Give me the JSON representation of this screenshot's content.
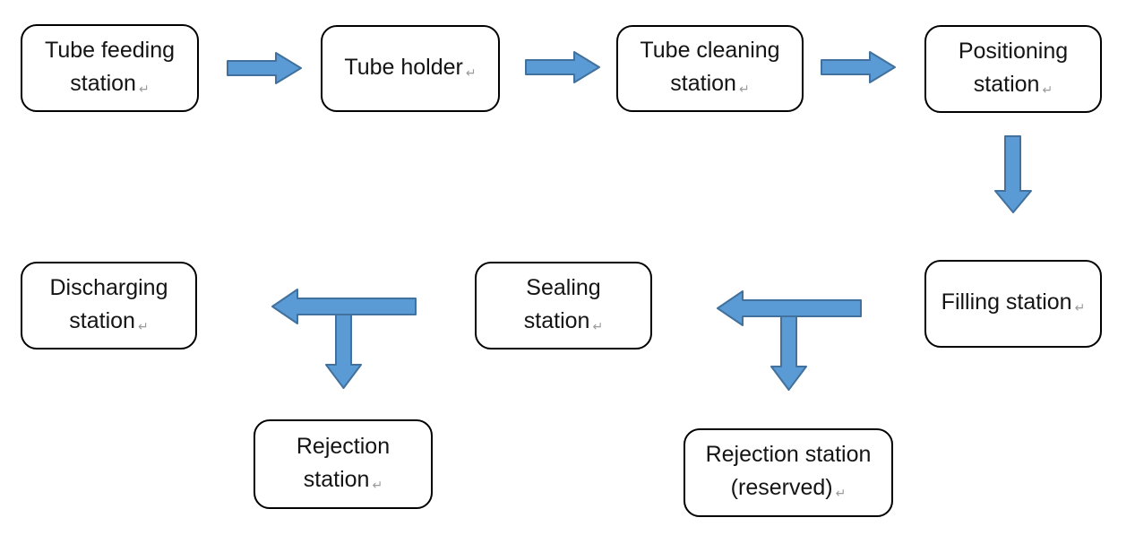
{
  "return_mark": "↵",
  "colors": {
    "background": "#FFFFFF",
    "node_fill": "#FFFFFF",
    "node_border": "#000000",
    "text": "#141414",
    "arrow_fill": "#5B9BD5",
    "arrow_stroke": "#41719C",
    "return_mark_color": "#9B9B9B"
  },
  "nodes": [
    {
      "id": "tube-feeding",
      "line1": "Tube feeding",
      "line2": "station"
    },
    {
      "id": "tube-holder",
      "line1": "Tube holder"
    },
    {
      "id": "tube-cleaning",
      "line1": "Tube cleaning",
      "line2": "station"
    },
    {
      "id": "positioning",
      "line1": "Positioning",
      "line2": "station"
    },
    {
      "id": "filling",
      "line1": "Filling station"
    },
    {
      "id": "sealing",
      "line1": "Sealing",
      "line2": "station"
    },
    {
      "id": "discharging",
      "line1": "Discharging",
      "line2": "station"
    },
    {
      "id": "rejection",
      "line1": "Rejection",
      "line2": "station"
    },
    {
      "id": "rejection-reserved",
      "line1": "Rejection station",
      "line2": "(reserved)"
    }
  ],
  "connections": [
    {
      "type": "arrow-right",
      "from": "tube-feeding",
      "to": "tube-holder"
    },
    {
      "type": "arrow-right",
      "from": "tube-holder",
      "to": "tube-cleaning"
    },
    {
      "type": "arrow-right",
      "from": "tube-cleaning",
      "to": "positioning"
    },
    {
      "type": "arrow-down",
      "from": "positioning",
      "to": "filling"
    },
    {
      "type": "arrow-left-with-down-branch",
      "from": "filling",
      "to": "sealing",
      "branch_to": "rejection-reserved"
    },
    {
      "type": "arrow-left-with-down-branch",
      "from": "sealing",
      "to": "discharging",
      "branch_to": "rejection"
    }
  ]
}
